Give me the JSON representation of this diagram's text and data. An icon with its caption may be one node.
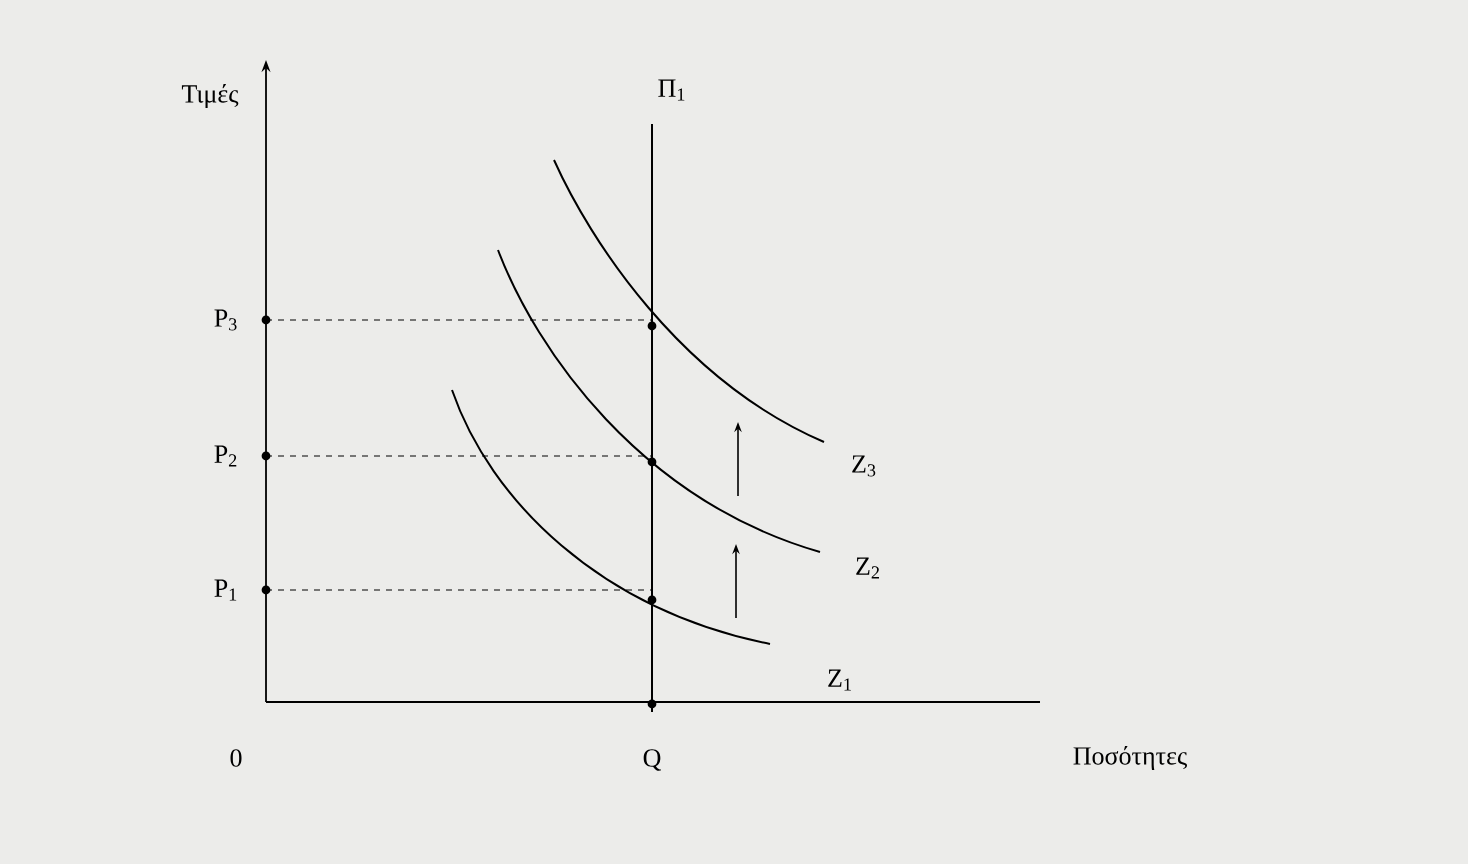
{
  "diagram": {
    "labels": [
      "Τιμές",
      "Π$_{1}$",
      "P$_{3}$",
      "P$_{2}$",
      "P$_{1}$",
      "Z$_{3}$",
      "Z$_{2}$",
      "Z$_{1}$",
      "0",
      "Q",
      "Ποσότητες"
    ]
  }
}
